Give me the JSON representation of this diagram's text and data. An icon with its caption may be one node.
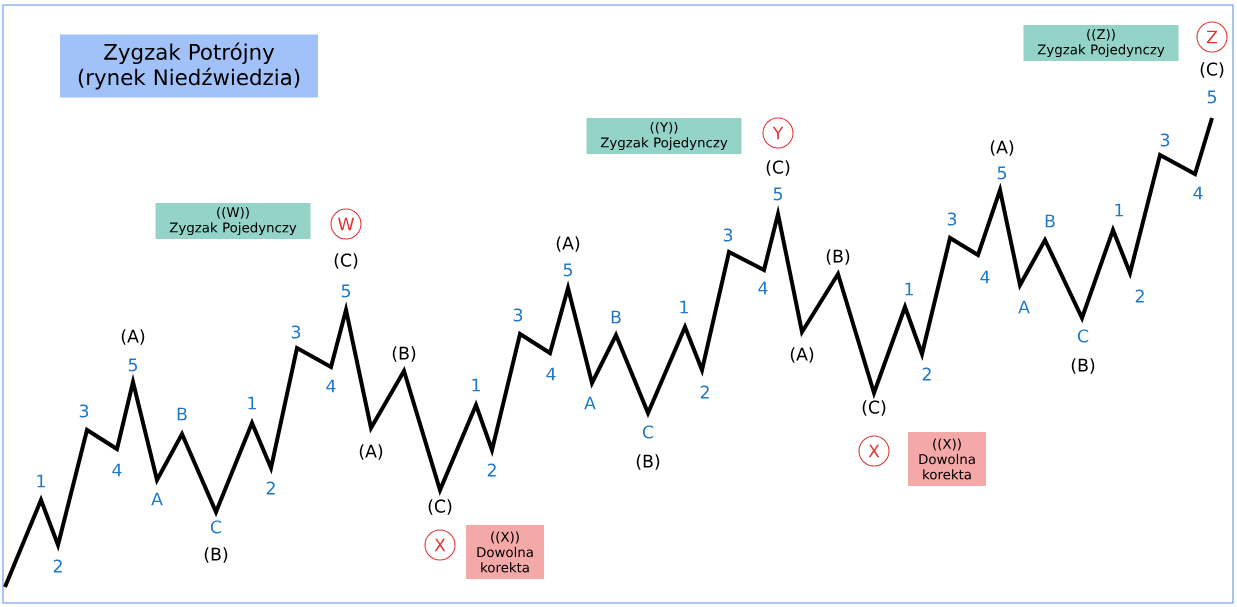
{
  "diagram": {
    "title": "Zygzak Potrójny (rynek Niedźwiedzia)",
    "nodes": [
      {
        "text": [
          "((W))",
          "Zygzak Pojedynczy"
        ]
      },
      {
        "text": [
          "W"
        ]
      },
      {
        "text": [
          "X"
        ]
      },
      {
        "text": [
          "((X))",
          "Dowolna korekta"
        ]
      },
      {
        "text": [
          "((Y))",
          "Zygzak Pojedynczy"
        ]
      },
      {
        "text": [
          "Y"
        ]
      },
      {
        "text": [
          "X"
        ]
      },
      {
        "text": [
          "((X))",
          "Dowolna korekta"
        ]
      },
      {
        "text": [
          "((Z))",
          "Zygzak Pojedynczy"
        ]
      },
      {
        "text": [
          "Z"
        ]
      }
    ],
    "labels": [
      "1",
      "2",
      "3",
      "4",
      "(A)",
      "5",
      "A",
      "B",
      "C",
      "(B)",
      "1",
      "2",
      "3",
      "4",
      "(C)",
      "5",
      "(A)",
      "(B)",
      "(C)",
      "1",
      "2",
      "3",
      "4",
      "(A)",
      "5",
      "A",
      "B",
      "C",
      "(B)",
      "1",
      "2",
      "3",
      "4",
      "(C)",
      "5",
      "(A)",
      "(B)",
      "(C)",
      "1",
      "2",
      "3",
      "4",
      "(A)",
      "5",
      "A",
      "B",
      "C",
      "(B)",
      "1",
      "2",
      "3",
      "4",
      "(C)",
      "5"
    ]
  }
}
